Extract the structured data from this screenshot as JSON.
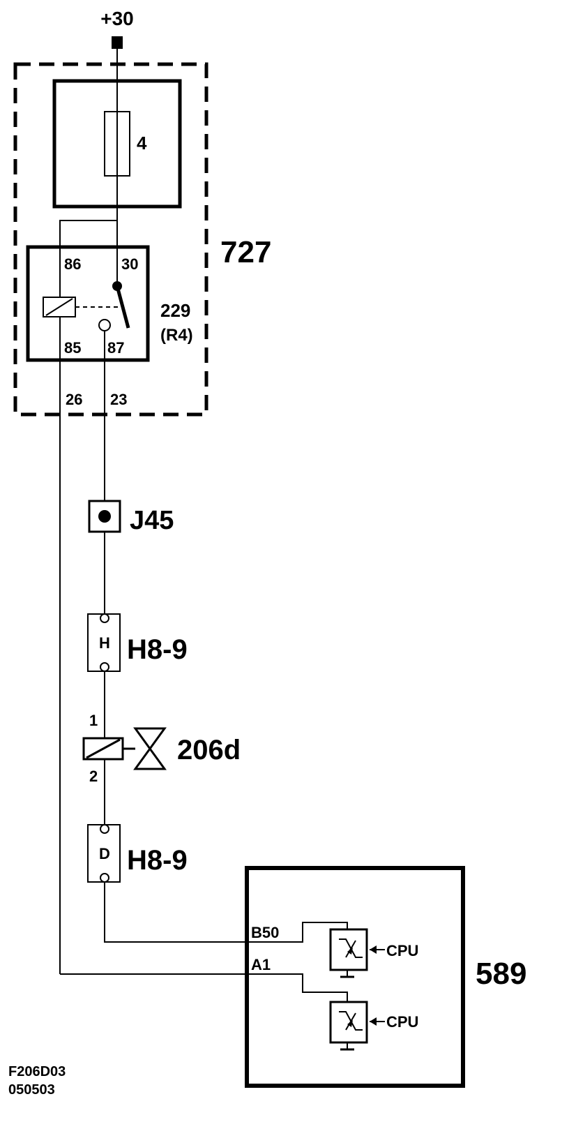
{
  "supply": {
    "label": "+30"
  },
  "fuse": {
    "number": "4"
  },
  "fuse_box": {
    "id": "727"
  },
  "relay": {
    "id": "229",
    "code": "(R4)",
    "pin_86": "86",
    "pin_30": "30",
    "pin_85": "85",
    "pin_87": "87"
  },
  "fuse_box_pins": {
    "left": "26",
    "right": "23"
  },
  "junction": {
    "id": "J45"
  },
  "connector_top": {
    "pin": "H",
    "id": "H8-9"
  },
  "solenoid": {
    "id": "206d",
    "pin_1": "1",
    "pin_2": "2"
  },
  "connector_bottom": {
    "pin": "D",
    "id": "H8-9"
  },
  "control_unit": {
    "id": "589",
    "pin_b50": "B50",
    "pin_a1": "A1",
    "driver_1_input": "CPU",
    "driver_2_input": "CPU"
  },
  "footer": {
    "code": "F206D03",
    "date": "050503"
  }
}
